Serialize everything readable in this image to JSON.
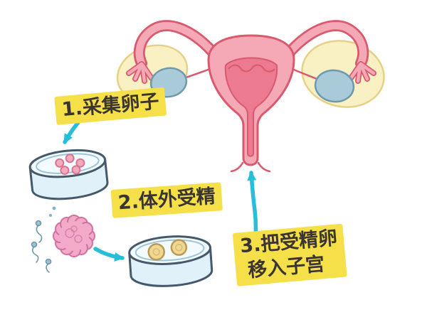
{
  "illustration": {
    "steps": [
      {
        "id": "1",
        "label": "1.采集卵子"
      },
      {
        "id": "2",
        "label": "2.体外受精"
      },
      {
        "id": "3",
        "label": "3.把受精卵",
        "label2": "移入子宫"
      }
    ],
    "dish1_egg_count": 5,
    "dish2_embryo_count": 2,
    "colors": {
      "arrow": "#27BED8",
      "label_highlight": "#F6E04A",
      "label_text": "#3A3530",
      "uterus_body": "#F5A8B6",
      "uterus_lining": "#EC7A90",
      "uterus_outline": "#D9596E",
      "ovary": "#A9CBD9",
      "tube_backdrop_cream": "#F9F0C4",
      "egg_pink": "#F4AABE",
      "embryo_cluster": "#F3A9C8",
      "fertilized_egg_yellow": "#F1D892",
      "dish_fill": "#E0F1F9",
      "dish_outline": "#45596B"
    }
  }
}
